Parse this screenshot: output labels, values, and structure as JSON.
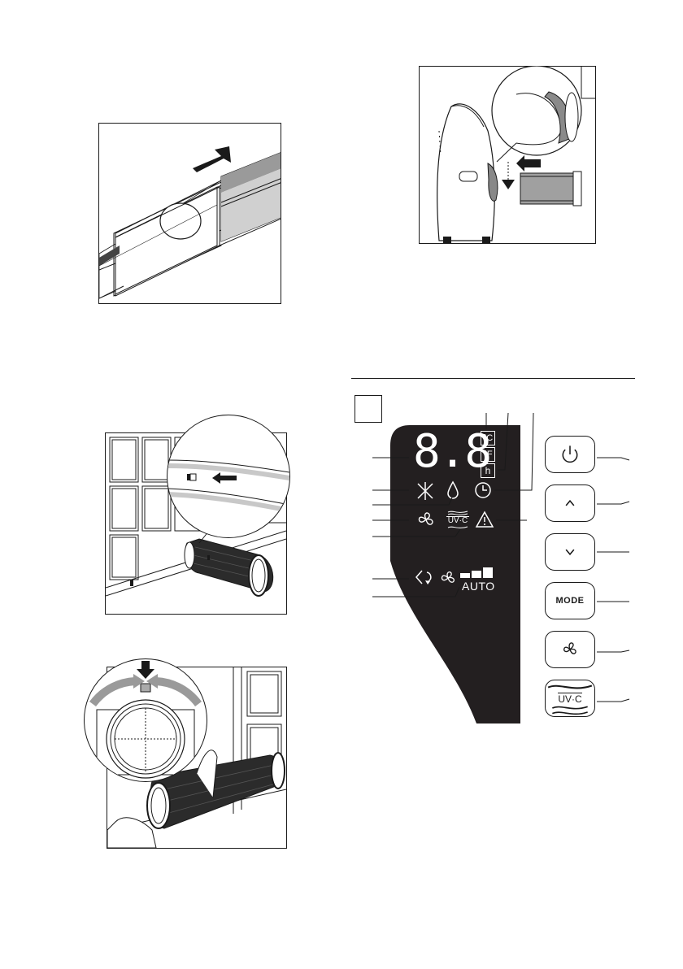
{
  "panel": {
    "figure_label": "",
    "display_digits": "8.8",
    "unit_celsius": "°C",
    "unit_fahrenheit": "°F",
    "unit_hours": "h",
    "uvc_label": "UV·C",
    "auto_label": "AUTO"
  },
  "buttons": {
    "mode_label": "MODE",
    "uvc_label": "UV·C"
  },
  "icons": {
    "power": "power-icon",
    "up": "chevron-up-icon",
    "down": "chevron-down-icon",
    "fan": "fan-icon",
    "cool": "snowflake-icon",
    "dry": "droplet-icon",
    "timer": "clock-icon",
    "warning": "warning-icon",
    "swing": "swing-icon"
  },
  "colors": {
    "panel_bg": "#231f20",
    "panel_fg": "#ffffff",
    "line": "#1a1a1a",
    "duct": "#2b2b2b",
    "band": "#c8c8c8"
  }
}
